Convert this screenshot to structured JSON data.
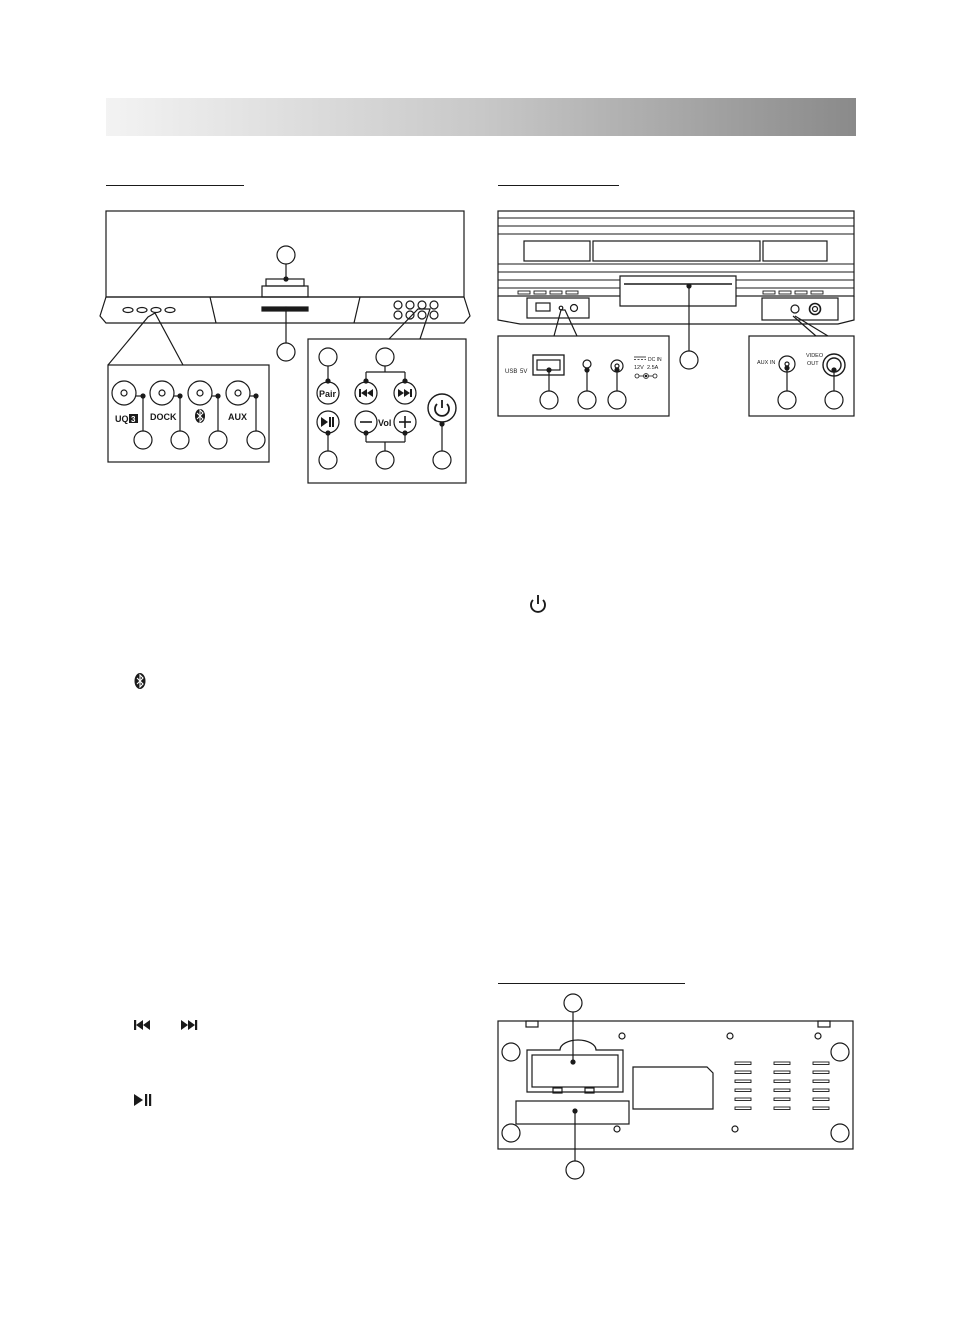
{
  "header": {
    "banner_color_start": "#f3f3f3",
    "banner_color_end": "#8a8a8a"
  },
  "front_panel": {
    "source_buttons": [
      "UQ",
      "DOCK",
      "AUX"
    ],
    "source_button_uq_suffix": "3",
    "bluetooth_button_icon": "bluetooth-icon",
    "control_buttons": {
      "pair": "Pair",
      "vol": "Vol"
    },
    "icons": [
      "prev-track-icon",
      "next-track-icon",
      "play-pause-icon",
      "minus-icon",
      "plus-icon",
      "power-icon"
    ]
  },
  "rear_panel": {
    "usb_label": "USB",
    "usb_voltage": "5V",
    "dc_in_label": "DC IN",
    "dc_voltage": "12V",
    "dc_current": "2.5A",
    "aux_in_label": "AUX IN",
    "video_out_label_1": "VIDEO",
    "video_out_label_2": "OUT"
  },
  "inline_icons": [
    "power-icon",
    "bluetooth-icon",
    "prev-track-icon",
    "next-track-icon",
    "play-pause-icon"
  ]
}
